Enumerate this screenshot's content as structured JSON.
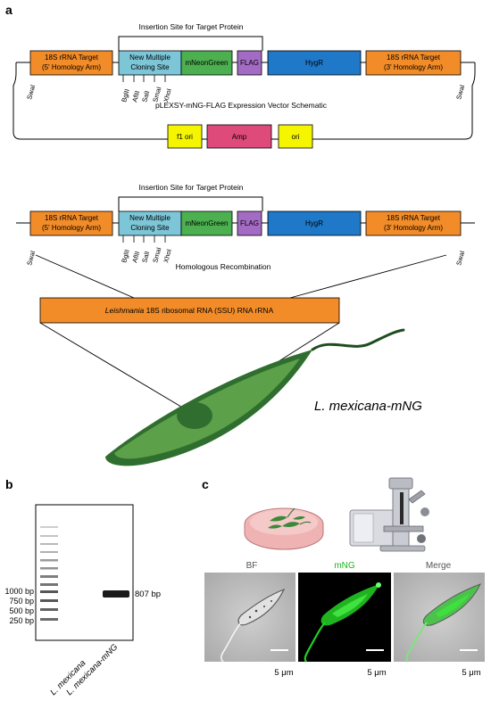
{
  "panels": {
    "a": "a",
    "b": "b",
    "c": "c"
  },
  "construct": {
    "insertion_label": "Insertion Site for Target Protein",
    "left_arm": [
      "18S rRNA Target",
      "(5' Homology Arm)"
    ],
    "mcs": [
      "New Multiple",
      "Cloning Site"
    ],
    "mneongreen": "mNeonGreen",
    "flag": "FLAG",
    "hygr": "HygR",
    "right_arm": [
      "18S rRNA Target",
      "(3' Homology Arm)"
    ],
    "swai": "SwaI",
    "sites": [
      "BglII",
      "AflII",
      "SalI",
      "SmaI",
      "XhoI"
    ],
    "colors": {
      "arm": "#f28c28",
      "mcs": "#7dc6d8",
      "mng": "#4caf50",
      "flag": "#a46bc4",
      "hygr": "#1f78c8",
      "amp": "#de4a7a",
      "ori": "#f5f500"
    }
  },
  "vector": {
    "title": "pLEXSY-mNG-FLAG Expression Vector Schematic",
    "f1ori": "f1 ori",
    "amp": "Amp",
    "ori": "ori"
  },
  "recombination": {
    "label": "Homologous Recombination",
    "target_italic": "Leishmania",
    "target_rest": " 18S ribosomal RNA (SSU) RNA rRNA",
    "cell_label": "L. mexicana-mNG"
  },
  "gel": {
    "ladder": [
      "1000 bp",
      "750 bp",
      "500 bp",
      "250 bp"
    ],
    "band": "807 bp",
    "lanes": [
      "L. mexicana",
      "L. mexicana-mNG"
    ]
  },
  "microscopy": {
    "channels": [
      "BF",
      "mNG",
      "Merge"
    ],
    "scale": [
      "5 μm",
      "5 μm",
      "5 μm"
    ],
    "colors": {
      "mng_label": "#22b322"
    }
  }
}
